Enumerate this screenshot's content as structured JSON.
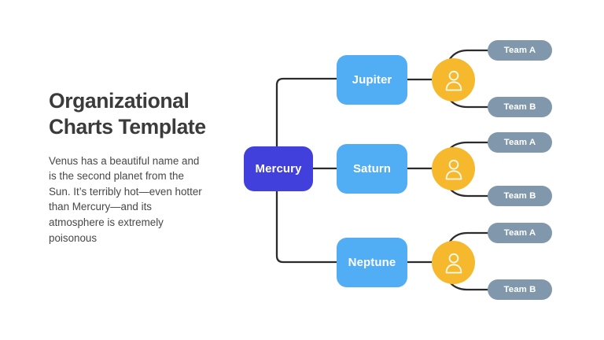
{
  "slide": {
    "background_color": "#ffffff",
    "title": "Organizational\nCharts Template",
    "body": "Venus has a beautiful name and is the second planet from the Sun. It’s terribly hot—even hotter than Mercury—and its atmosphere is extremely poisonous"
  },
  "colors": {
    "root_node": "#4240dc",
    "branch_node": "#51adf4",
    "person_circle": "#f6b92e",
    "team_pill": "#8198ac",
    "connector": "#2b2b2b",
    "title_text": "#3b3b3b",
    "body_text": "#474747",
    "node_label_text": "#ffffff"
  },
  "chart": {
    "root": {
      "label": "Mercury",
      "icon": "none"
    },
    "branches": [
      {
        "label": "Jupiter",
        "person_icon": "person-icon",
        "teams": [
          {
            "label": "Team A"
          },
          {
            "label": "Team B"
          }
        ]
      },
      {
        "label": "Saturn",
        "person_icon": "person-icon",
        "teams": [
          {
            "label": "Team A"
          },
          {
            "label": "Team B"
          }
        ]
      },
      {
        "label": "Neptune",
        "person_icon": "person-icon",
        "teams": [
          {
            "label": "Team A"
          },
          {
            "label": "Team B"
          }
        ]
      }
    ]
  }
}
